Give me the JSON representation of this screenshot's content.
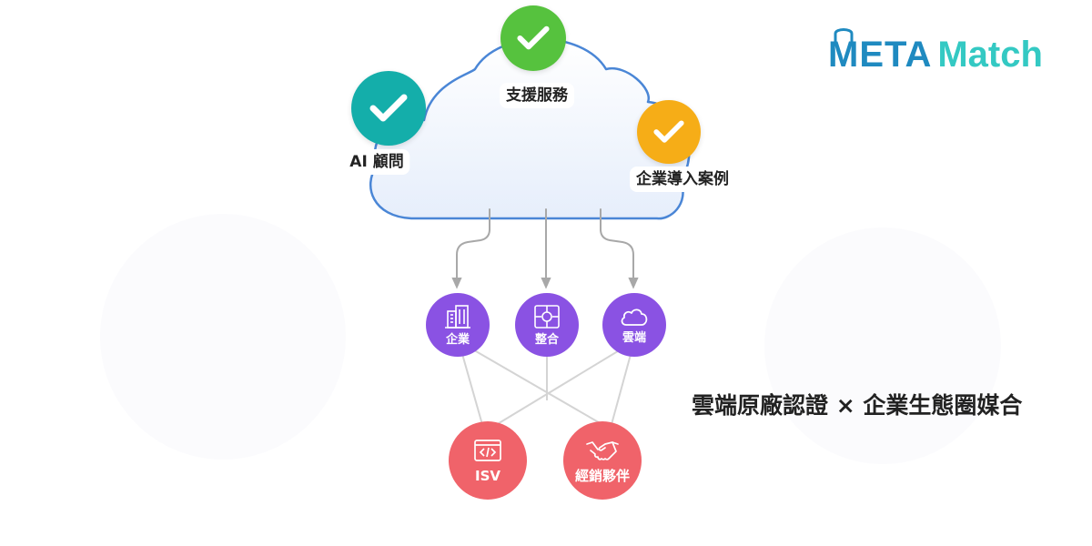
{
  "logo": {
    "meta": "META",
    "match": "Match"
  },
  "headline": "雲端原廠認證 × 企業生態圈媒合",
  "colors": {
    "cloud_stroke": "#4a86d6",
    "teal": "#14aeaa",
    "green": "#56c23e",
    "orange": "#f6ad17",
    "purple": "#8a52e3",
    "coral": "#f0636a",
    "connector": "#b8b8b8"
  },
  "benefits": [
    {
      "label": "AI 顧問",
      "color": "teal",
      "icon": "check-icon"
    },
    {
      "label": "支援服務",
      "color": "green",
      "icon": "check-icon"
    },
    {
      "label": "企業導入案例",
      "color": "orange",
      "icon": "check-icon"
    }
  ],
  "categories": [
    {
      "label": "企業",
      "icon": "building-icon"
    },
    {
      "label": "整合",
      "icon": "puzzle-icon"
    },
    {
      "label": "雲端",
      "icon": "cloud-icon"
    }
  ],
  "partners": [
    {
      "label": "ISV",
      "icon": "code-window-icon"
    },
    {
      "label": "經銷夥伴",
      "icon": "handshake-icon"
    }
  ]
}
